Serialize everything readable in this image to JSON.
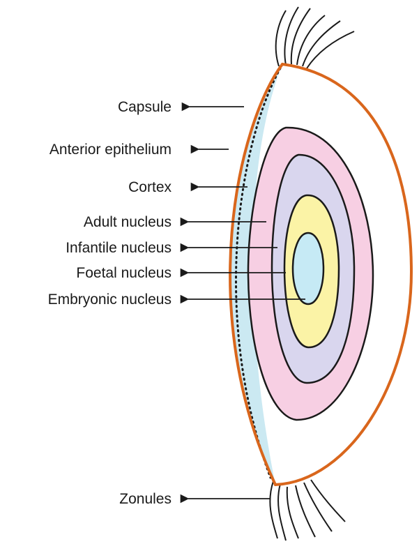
{
  "labels": {
    "capsule": "Capsule",
    "anterior_epithelium": "Anterior epithelium",
    "cortex": "Cortex",
    "adult_nucleus": "Adult nucleus",
    "infantile_nucleus": "Infantile nucleus",
    "foetal_nucleus": "Foetal nucleus",
    "embryonic_nucleus": "Embryonic nucleus",
    "zonules": "Zonules"
  },
  "colors": {
    "capsule": "#d9661c",
    "epithelium_fill": "#cbe9f2",
    "lens_fill": "#ffffff",
    "adult_nucleus_fill": "#f7cfe3",
    "infantile_nucleus_fill": "#d9d6ee",
    "foetal_nucleus_fill": "#fbf3a6",
    "embryonic_nucleus_fill": "#c6eaf5",
    "line": "#1a1a1a"
  }
}
